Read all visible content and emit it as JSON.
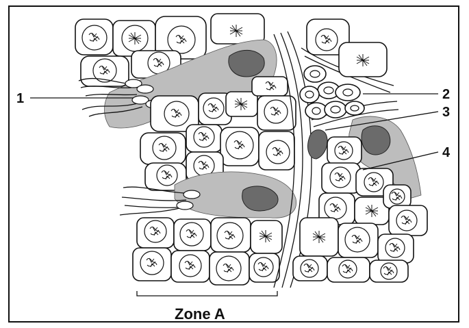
{
  "labels": {
    "l1": "1",
    "l2": "2",
    "l3": "3",
    "l4": "4"
  },
  "zone_label": "Zone A",
  "colors": {
    "line": "#111111",
    "cytoplasm_gray": "#bdbdbd",
    "nucleus_dark": "#6b6b6b",
    "background": "#ffffff"
  }
}
